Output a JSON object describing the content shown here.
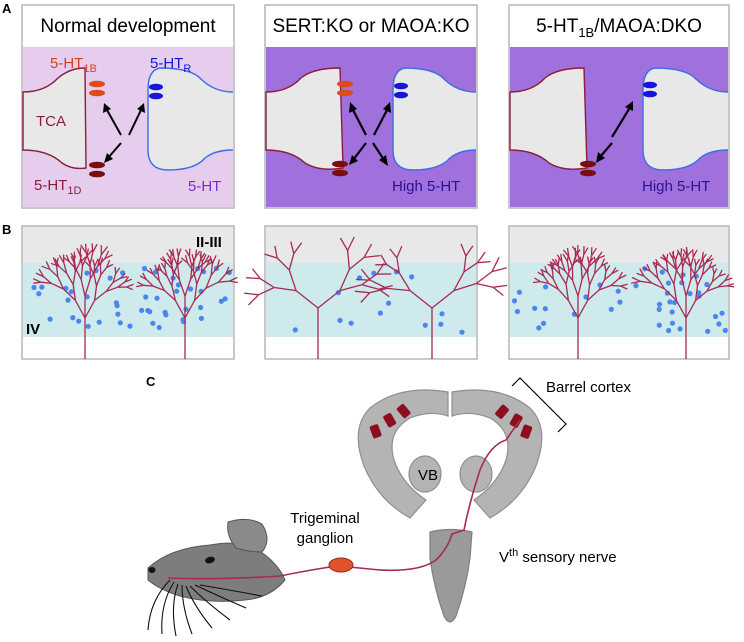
{
  "panel_labels": {
    "a": "A",
    "b": "B",
    "c": "C"
  },
  "panel_a": {
    "normal": {
      "title": "Normal development",
      "ht1b_main": "5-HT",
      "ht1b_sub": "1B",
      "htr_main": "5-HT",
      "htr_sub": "R",
      "tca": "TCA",
      "ht1d_main": "5-HT",
      "ht1d_sub": "1D",
      "ht": "5-HT"
    },
    "ko": {
      "title": "SERT:KO or MAOA:KO",
      "high": "High 5-HT"
    },
    "dko": {
      "title_main": "5-HT",
      "title_sub": "1B",
      "title_rest": "/MAOA:DKO",
      "high": "High 5-HT"
    }
  },
  "panel_b": {
    "layer_23": "II-III",
    "layer_4": "IV"
  },
  "panel_c": {
    "barrel_cortex": "Barrel cortex",
    "vb": "VB",
    "trigeminal_line1": "Trigeminal",
    "trigeminal_line2": "ganglion",
    "nerve_main": "V",
    "nerve_sup": "th",
    "nerve_rest": " sensory nerve"
  },
  "colors": {
    "normal_bg": "#e6cdee",
    "high_bg": "#a070dd",
    "tca_terminal": "#8b1d3d",
    "target_outline": "#3a6ee8",
    "ht1b_receptor": "#e04a1a",
    "htr_receptor": "#1515dd",
    "ht1d_receptor": "#7a0d0d",
    "serotonin_dots": "#4b86f0",
    "layer4_bg": "#cfeaec",
    "layer23_bg": "#e8e8e8",
    "axon": "#a82a52",
    "brain": "#b4b4b4",
    "barrels": "#8b0f1e",
    "ganglion": "#e0522a"
  }
}
